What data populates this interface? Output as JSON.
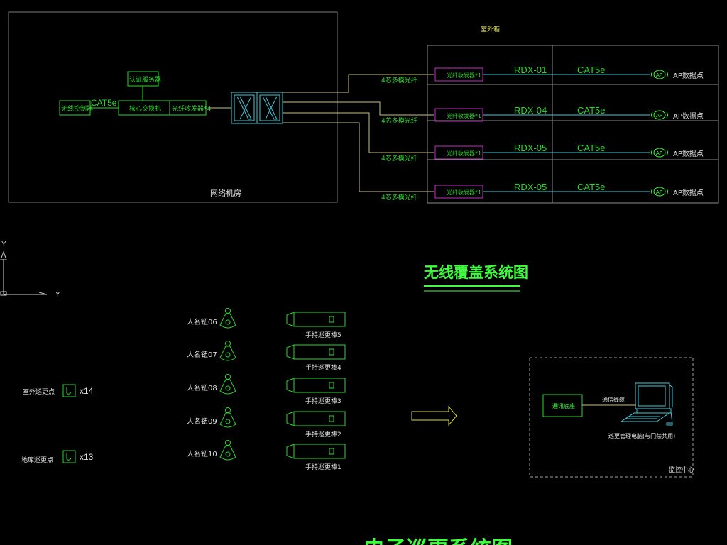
{
  "colors": {
    "background": "#000000",
    "frame": "#8a8a8a",
    "green": "#2bd62b",
    "bright_green": "#3cff3c",
    "cyan": "#41c8d8",
    "fiber": "#c8c080",
    "magenta": "#c032c0",
    "yellow": "#d8d840",
    "white": "#e0e0e0"
  },
  "network_room": {
    "label": "网络机房",
    "auth_server": "认证服务器",
    "core_switch": "核心交换机",
    "wireless_controller": "无线控制器",
    "cable_label": "CAT5e",
    "fiber_transceiver": "光纤收发器*4"
  },
  "outdoor_cabinet": {
    "title": "室外箱",
    "rows": [
      {
        "fiber_label": "4芯多模光纤",
        "transceiver": "光纤收发器*1",
        "rdx": "RDX-01",
        "cable": "CAT5e",
        "ap_icon": "AP",
        "ap_label": "AP数据点"
      },
      {
        "fiber_label": "4芯多模光纤",
        "transceiver": "光纤收发器*1",
        "rdx": "RDX-04",
        "cable": "CAT5e",
        "ap_icon": "AP",
        "ap_label": "AP数据点"
      },
      {
        "fiber_label": "4芯多模光纤",
        "transceiver": "光纤收发器*1",
        "rdx": "RDX-05",
        "cable": "CAT5e",
        "ap_icon": "AP",
        "ap_label": "AP数据点"
      },
      {
        "fiber_label": "4芯多模光纤",
        "transceiver": "光纤收发器*1",
        "rdx": "RDX-05",
        "cable": "CAT5e",
        "ap_icon": "AP",
        "ap_label": "AP数据点"
      }
    ]
  },
  "ucs": {
    "y_label": "Y",
    "x_label": "Y"
  },
  "wireless_title": "无线覆盖系统图",
  "patrol": {
    "points": [
      {
        "label": "室外巡更点",
        "count": "x14"
      },
      {
        "label": "地库巡更点",
        "count": "x13"
      }
    ],
    "tags": [
      "人名钮06",
      "人名钮07",
      "人名钮08",
      "人名钮09",
      "人名钮10"
    ],
    "readers": [
      "手持巡更棒5",
      "手持巡更棒4",
      "手持巡更棒3",
      "手持巡更棒2",
      "手持巡更棒1"
    ]
  },
  "monitor_center": {
    "label": "监控中心",
    "comm_seat": "通讯底座",
    "cable": "通信线缆",
    "computer": "巡更管理电脑(与门禁共用)"
  },
  "patrol_title": "电子巡更系统图"
}
